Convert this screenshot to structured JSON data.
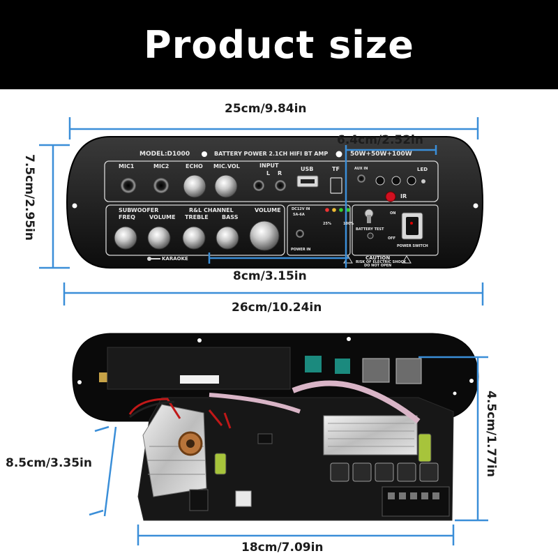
{
  "header": {
    "title": "Product size"
  },
  "dimensions": {
    "top_width": "25cm/9.84in",
    "panel_height": "7.5cm/2.95in",
    "inner_width": "6.4cm/2.52in",
    "section_width": "8cm/3.15in",
    "full_width": "26cm/10.24in",
    "board_depth": "8.5cm/3.35in",
    "board_height": "4.5cm/1.77in",
    "board_width": "18cm/7.09in"
  },
  "panel": {
    "model": "MODEL:D1000",
    "title": "BATTERY POWER 2.1CH HIFI BT AMP",
    "power": "50W+50W+100W",
    "mic1": "MIC1",
    "mic2": "MIC2",
    "echo": "ECHO",
    "mic_vol": "MIC.VOL",
    "input": "INPUT",
    "input_l": "L",
    "input_r": "R",
    "usb": "USB",
    "tf": "TF",
    "aux_in": "AUX IN",
    "led": "LED",
    "ir": "IR",
    "subwoofer": "SUBWOOFER",
    "rl_channel": "R&L CHANNEL",
    "freq": "FREQ",
    "volume_sub": "VOLUME",
    "treble": "TREBLE",
    "bass": "BASS",
    "volume": "VOLUME",
    "dc_in": "DC12V IN",
    "dc_amp": "5A-6A",
    "power_in": "POWER IN",
    "pct_25": "25%",
    "pct_100": "100%",
    "battery_test": "BATTERY TEST",
    "on": "ON",
    "off": "OFF",
    "power_switch": "POWER SWITCH",
    "karaoke": "KARAOKE",
    "caution": "CAUTION",
    "caution_sub": "RISK OF ELECTRIC SHOCK",
    "caution_sub2": "DO NOT OPEN"
  },
  "colors": {
    "dimension_line": "#3a8ed8",
    "header_bg": "#000000",
    "panel_bg": "#141414",
    "pcb": "#1b1b1b"
  }
}
